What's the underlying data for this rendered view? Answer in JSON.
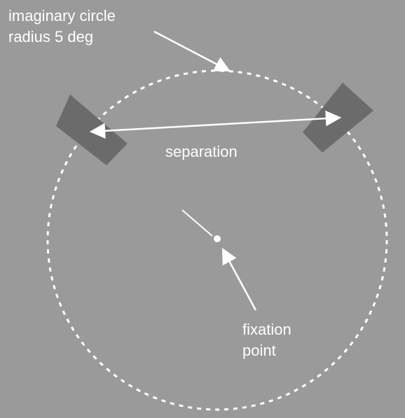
{
  "labels": {
    "circle_line1": "imaginary circle",
    "circle_line2": "radius 5 deg",
    "separation": "separation",
    "fixation_line1": "fixation",
    "fixation_line2": "point"
  },
  "colors": {
    "background": "#9a9a9a",
    "annotation": "#ffffff",
    "stimulus": "#6b6b6b"
  }
}
